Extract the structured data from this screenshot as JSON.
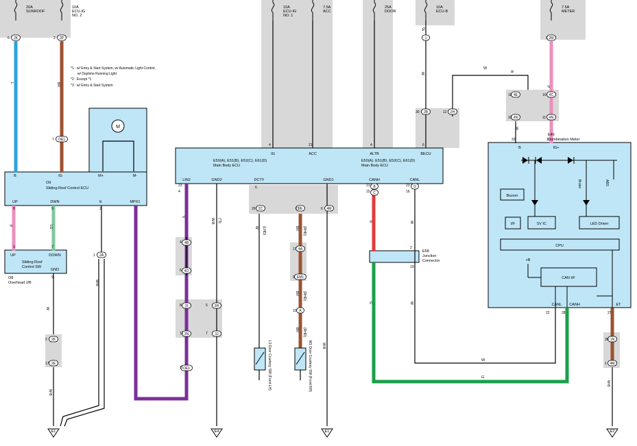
{
  "fuses": [
    {
      "rating": "20A",
      "name": "SUNROOF"
    },
    {
      "rating": "10A",
      "name": "ECU-IG",
      "sub": "NO. 2"
    },
    {
      "rating": "10A",
      "name": "ECU-IG",
      "sub": "NO. 1"
    },
    {
      "rating": "7.5A",
      "name": "ACC"
    },
    {
      "rating": "25A",
      "name": "DOOR"
    },
    {
      "rating": "10A",
      "name": "ECU-B"
    },
    {
      "rating": "7.5A",
      "name": "METER"
    }
  ],
  "notes": [
    "*1 : w/ Entry & Start System,  w/ Automatic Light Control,",
    "w/ Daytime Running Light",
    "*2 : Except *1",
    "*3 : w/ Entry & Start System"
  ],
  "sliding_roof_ecu": {
    "code": "O9",
    "name": "Sliding Roof Control ECU",
    "pins_top": [
      "B",
      "IG",
      "M+",
      "M-"
    ],
    "pins_bottom": [
      "UP",
      "DWN",
      "E",
      "MPX1"
    ]
  },
  "sliding_roof_sw": {
    "code": "O8",
    "sub": "Overhead J/B",
    "name_l1": "Sliding Roof",
    "name_l2": "Control SW",
    "pins": [
      "UP",
      "DOWN",
      "GND"
    ]
  },
  "main_body_ecu": {
    "part_l": "E50(A), E51(B), E52(C), E61(D)",
    "part_r": "E50(A), E51(B), E52(C), E61(D)",
    "name": "Main Body ECU",
    "pins_top": [
      "IG",
      "ACC",
      "ALTB",
      "BECU"
    ],
    "pins_bottom": [
      "LIN2",
      "GND2",
      "DCTY",
      "GND1",
      "CANH",
      "CANL"
    ]
  },
  "combination_meter": {
    "code": "E46",
    "name": "Combination Meter",
    "pins_top": [
      "B",
      "IG+"
    ],
    "pins_bottom": [
      "CANL",
      "CANH",
      "ET"
    ],
    "blocks": [
      "Buzzer",
      "I/F",
      "5V IC",
      "LED Driver",
      "CPU",
      "CAN I/F"
    ],
    "plus_b": "+B",
    "lamp_labels": [
      "Brake",
      "ABS"
    ]
  },
  "junction_connector": {
    "code": "E58",
    "name_l1": "Junction",
    "name_l2": "Connector"
  },
  "courtesy_sw": [
    {
      "code": "L3",
      "name": "Door Courtesy SW (Front LH)"
    },
    {
      "code": "M1",
      "name": "Door Courtesy SW (Front RH)"
    }
  ],
  "connectors": [
    "2K",
    "2P",
    "OE1",
    "4B",
    "4O",
    "3I",
    "3H",
    "3N",
    "3J",
    "OE1",
    "2A",
    "2C",
    "2E",
    "4M",
    "4A",
    "EM1",
    "A",
    "B",
    "C",
    "D",
    "2B",
    "2H",
    "1",
    "4E",
    "4C",
    "4N",
    "4N",
    "2M",
    "2K",
    "2E",
    "1N",
    "4M"
  ],
  "pin_numbers": [
    "6",
    "2",
    "7",
    "1",
    "8",
    "9",
    "2",
    "3",
    "7",
    "9",
    "4",
    "21",
    "4",
    "6",
    "2",
    "30",
    "12",
    "11",
    "10",
    "32",
    "33",
    "10",
    "11",
    "1",
    "23",
    "4",
    "4",
    "6",
    "8",
    "5",
    "11",
    "7",
    "11",
    "6",
    "26",
    "21",
    "6",
    "17",
    "9",
    "10",
    "2",
    "19",
    "13",
    "15",
    "23",
    "16",
    "22",
    "28",
    "27",
    "30",
    "1",
    "2",
    "17",
    "1"
  ],
  "wire_colors": [
    "L",
    "BR",
    "P",
    "LG",
    "W",
    "W-B",
    "V",
    "W-B",
    "(*3)",
    "W",
    "(LHD)",
    "BR",
    "(RHD)",
    "BR",
    "(RHD)",
    "BR",
    "(RHD)",
    "W-B",
    "R",
    "W",
    "G",
    "W",
    "W",
    "W",
    "W",
    "W",
    "G",
    "P",
    "B",
    "W-B",
    "W-B"
  ],
  "grounds": [
    "E1",
    "E4",
    "E1",
    "E2"
  ],
  "colors": {
    "bg": "#ffffff",
    "box": "#bfe6f7",
    "gray": "#d8d8d8",
    "L": "#2ba3dc",
    "BR": "#9c5332",
    "P": "#ec8fbd",
    "LG": "#7fc79d",
    "V": "#7b2f9b",
    "R": "#e23b3b",
    "G": "#1aa04a"
  }
}
